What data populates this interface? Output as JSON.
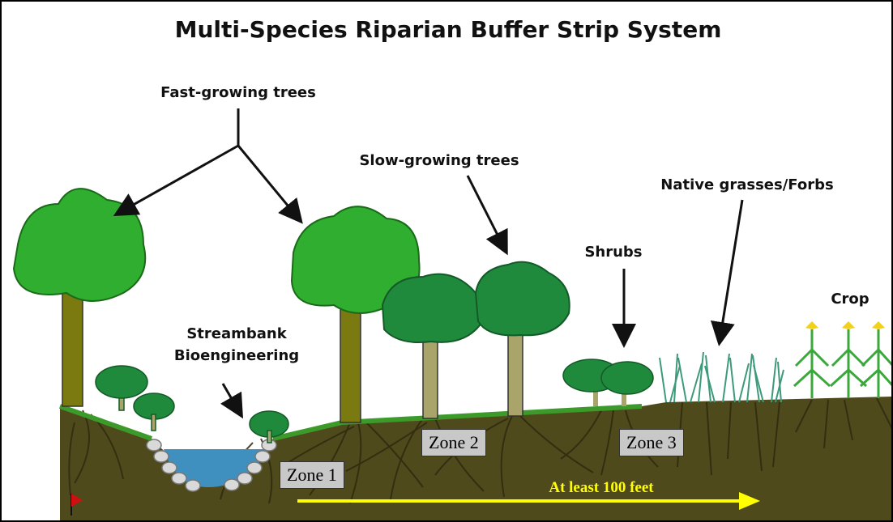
{
  "title": "Multi-Species Riparian Buffer Strip System",
  "labels": {
    "fast_growing_trees": "Fast-growing trees",
    "slow_growing_trees": "Slow-growing trees",
    "native_grasses": "Native grasses/Forbs",
    "shrubs": "Shrubs",
    "crop": "Crop",
    "streambank_line1": "Streambank",
    "streambank_line2": "Bioengineering"
  },
  "zones": {
    "zone1": "Zone 1",
    "zone2": "Zone 2",
    "zone3": "Zone 3"
  },
  "distance_label": "At least 100 feet",
  "colors": {
    "canopy": "#2fae2f",
    "canopy_dark": "#1f8a3c",
    "trunk_fast": "#7a7a10",
    "trunk_slow": "#a8a46a",
    "soil": "#4f4a1c",
    "grass": "#3c9a2a",
    "water": "#3f8fbf",
    "arrow_yellow": "#ffff00",
    "zone_box": "#c8c8c8"
  },
  "icons": {
    "logo": "flag-logo-icon"
  }
}
